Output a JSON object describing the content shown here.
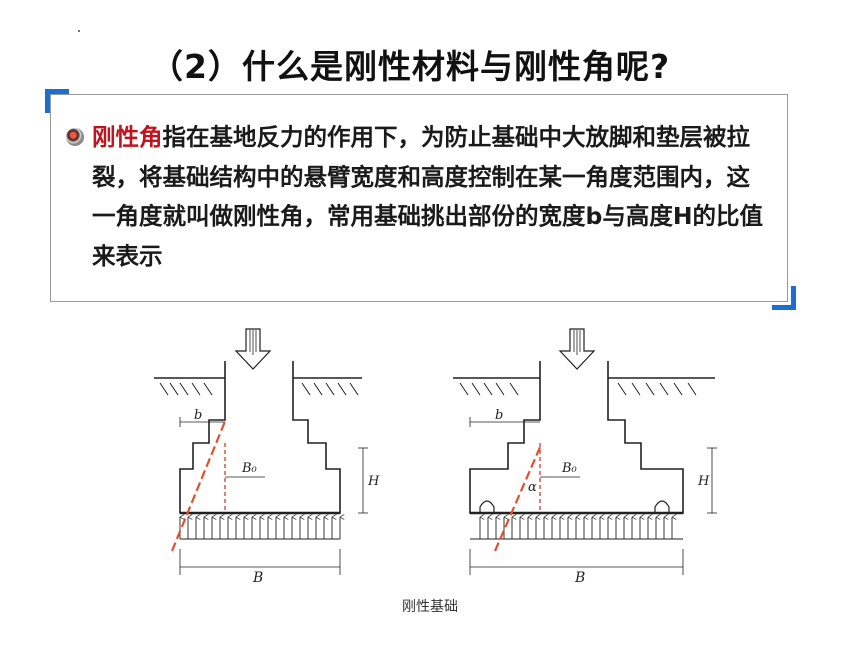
{
  "slide": {
    "title": "（2）什么是刚性材料与刚性角呢?",
    "bullet_keyword": "刚性角",
    "bullet_text": "指在基地反力的作用下，为防止基础中大放脚和垫层被拉裂，将基础结构中的悬臂宽度和高度控制在某一角度范围内，这一角度就叫做刚性角，常用基础挑出部份的宽度b与高度H的比值来表示"
  },
  "figure": {
    "caption": "刚性基础",
    "labels": {
      "b": "b",
      "b0": "B₀",
      "h": "H",
      "B": "B",
      "alpha": "α"
    }
  }
}
